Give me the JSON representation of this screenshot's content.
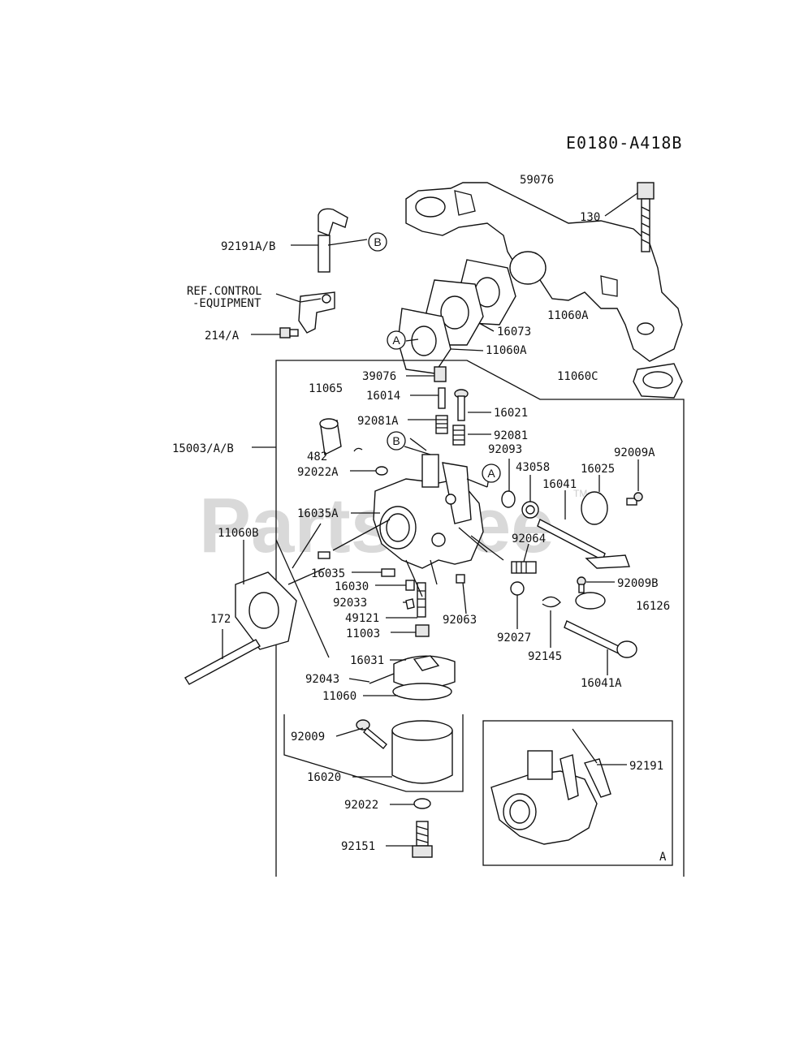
{
  "diagram_code": "E0180-A418B",
  "watermark": "PartsTree",
  "watermark_tm": "TM",
  "inset_label": "A",
  "callouts": {
    "A": "A",
    "B": "B"
  },
  "labels": {
    "p59076": "59076",
    "p130": "130",
    "p92191ab": "92191A/B",
    "ref_control_1": "REF.CONTROL",
    "ref_control_2": "-EQUIPMENT",
    "p214a": "214/A",
    "p11060a_1": "11060A",
    "p16073": "16073",
    "p11060a_2": "11060A",
    "p11060c": "11060C",
    "p39076": "39076",
    "p16014": "16014",
    "p16021": "16021",
    "p11065": "11065",
    "p92081a": "92081A",
    "p92081": "92081",
    "p482": "482",
    "p92093": "92093",
    "p15003ab": "15003/A/B",
    "p92022a": "92022A",
    "p43058": "43058",
    "p16025": "16025",
    "p92009a": "92009A",
    "p16041": "16041",
    "p16035a": "16035A",
    "p11060b": "11060B",
    "p92064": "92064",
    "p16035": "16035",
    "p16030": "16030",
    "p92009b": "92009B",
    "p92033": "92033",
    "p16126": "16126",
    "p49121": "49121",
    "p92063": "92063",
    "p172": "172",
    "p11003": "11003",
    "p92027": "92027",
    "p92145": "92145",
    "p16041a": "16041A",
    "p16031": "16031",
    "p92043": "92043",
    "p11060": "11060",
    "p92009": "92009",
    "p92191": "92191",
    "p16020": "16020",
    "p92022": "92022",
    "p92151": "92151"
  }
}
